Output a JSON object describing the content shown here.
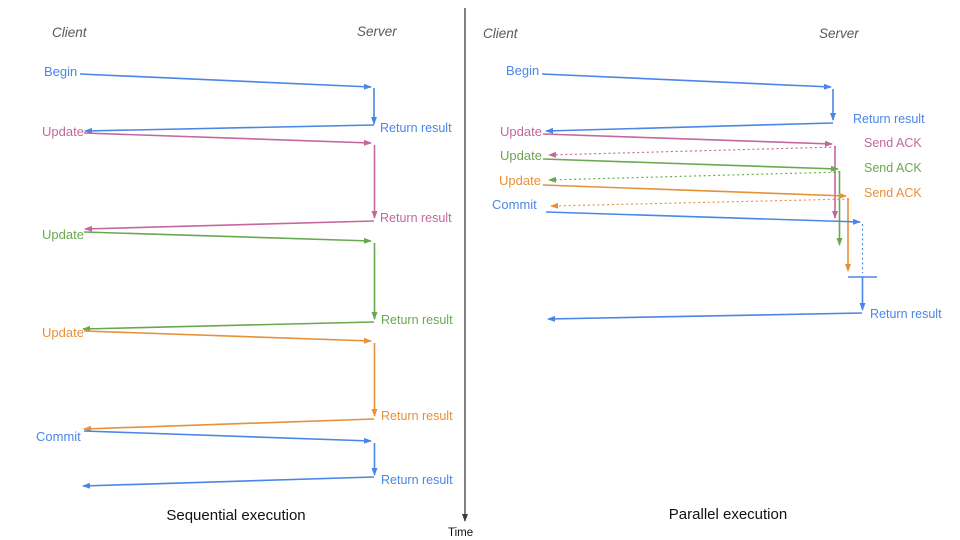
{
  "colors": {
    "blue": "#4a86e8",
    "magenta": "#c4679c",
    "green": "#6aa84f",
    "orange": "#e69138",
    "axis": "#3d3d3d",
    "header_gray": "#595959",
    "title_text": "#111111"
  },
  "time_axis": {
    "label": "Time"
  },
  "left": {
    "title": "Sequential execution",
    "client": "Client",
    "server": "Server",
    "messages": [
      {
        "request": "Begin",
        "response": "Return result"
      },
      {
        "request": "Update",
        "response": "Return result"
      },
      {
        "request": "Update",
        "response": "Return result"
      },
      {
        "request": "Update",
        "response": "Return result"
      },
      {
        "request": "Commit",
        "response": "Return result"
      }
    ]
  },
  "right": {
    "title": "Parallel execution",
    "client": "Client",
    "server": "Server",
    "messages": [
      {
        "request": "Begin",
        "response": "Return result"
      },
      {
        "request": "Update",
        "response": "Send ACK"
      },
      {
        "request": "Update",
        "response": "Send ACK"
      },
      {
        "request": "Update",
        "response": "Send ACK"
      },
      {
        "request": "Commit",
        "response": "Return result"
      }
    ]
  }
}
